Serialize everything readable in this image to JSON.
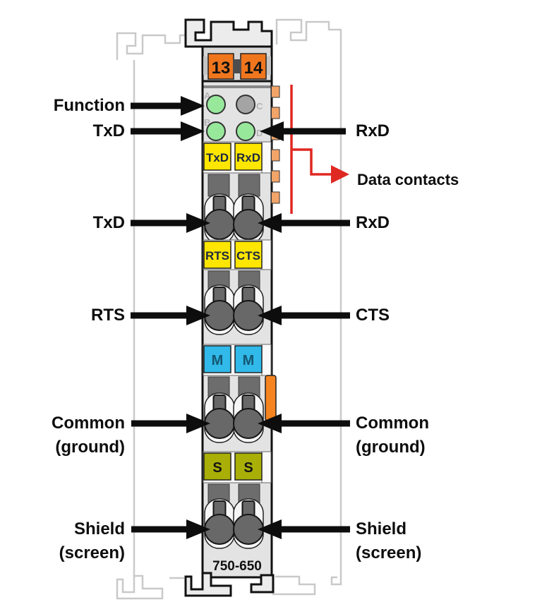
{
  "module": {
    "part_number": "750-650",
    "supply_terminal_left": "13",
    "supply_terminal_right": "14",
    "led_a": "A",
    "led_b": "B",
    "led_c": "C",
    "led_d": "D",
    "markers": {
      "row1_left": "TxD",
      "row1_right": "RxD",
      "row2_left": "RTS",
      "row2_right": "CTS",
      "row3_left": "M",
      "row3_right": "M",
      "row4_left": "S",
      "row4_right": "S"
    }
  },
  "callouts": {
    "left": {
      "function": "Function",
      "txd_led": "TxD",
      "txd_terminal": "TxD",
      "rts": "RTS",
      "common_1": "Common",
      "common_2": "(ground)",
      "shield_1": "Shield",
      "shield_2": "(screen)"
    },
    "right": {
      "rxd_led": "RxD",
      "data_contacts": "Data contacts",
      "rxd_terminal": "RxD",
      "cts": "CTS",
      "common_1": "Common",
      "common_2": "(ground)",
      "shield_1": "Shield",
      "shield_2": "(screen)"
    }
  },
  "colors": {
    "supply_orange": "#f0761e",
    "data_contact_tab_orange": "#f3a469",
    "latch_orange": "#f5831f",
    "marker_yellow": "#ffe600",
    "marker_cyan": "#30b9e9",
    "marker_olive": "#a9af07",
    "led_green": "#98e89c",
    "led_off_gray": "#a4a4a4",
    "callout_red": "#e02822",
    "arrow_black": "#0d0d0d"
  }
}
